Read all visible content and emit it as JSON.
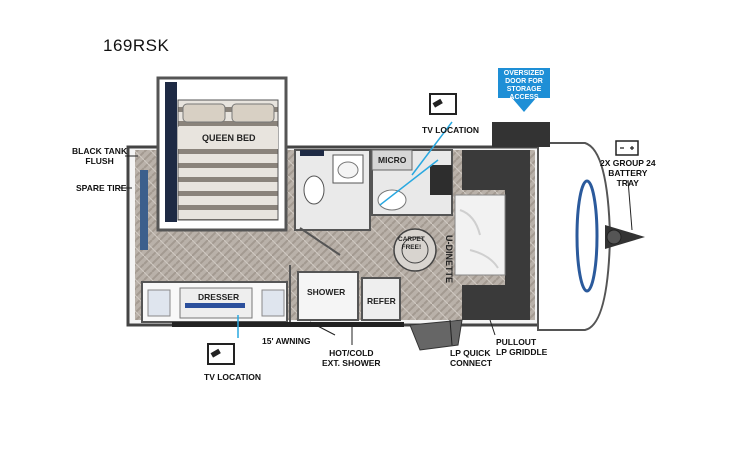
{
  "model": "169RSK",
  "labels": {
    "black_tank_flush": [
      "BLACK TANK",
      "FLUSH"
    ],
    "spare_tire": "SPARE TIRE",
    "tv_location_top": "TV LOCATION",
    "oversized_door": [
      "OVERSIZED",
      "DOOR FOR",
      "STORAGE",
      "ACCESS"
    ],
    "battery_tray": [
      "2X GROUP 24",
      "BATTERY",
      "TRAY"
    ],
    "awning": "15' AWNING",
    "tv_location_bottom": "TV LOCATION",
    "outdoor_shower": [
      "HOT/COLD",
      "EXT. SHOWER"
    ],
    "lp_quick_connect": [
      "LP QUICK",
      "CONNECT"
    ],
    "pullout_griddle": [
      "PULLOUT",
      "LP GRIDDLE"
    ]
  },
  "rooms": {
    "queen_bed": "QUEEN BED",
    "micro": "MICRO",
    "dresser": "DRESSER",
    "shower": "SHOWER",
    "refer": "REFER",
    "u_dinette": "U-DINETTE",
    "carpet_free": [
      "CARPET",
      "FREE!"
    ]
  },
  "colors": {
    "floor": "#b8b0a8",
    "wall": "#555555",
    "callout_blue": "#1e8fd6",
    "callout_line": "#29a8e0",
    "dinette": "#3a3a3a"
  }
}
